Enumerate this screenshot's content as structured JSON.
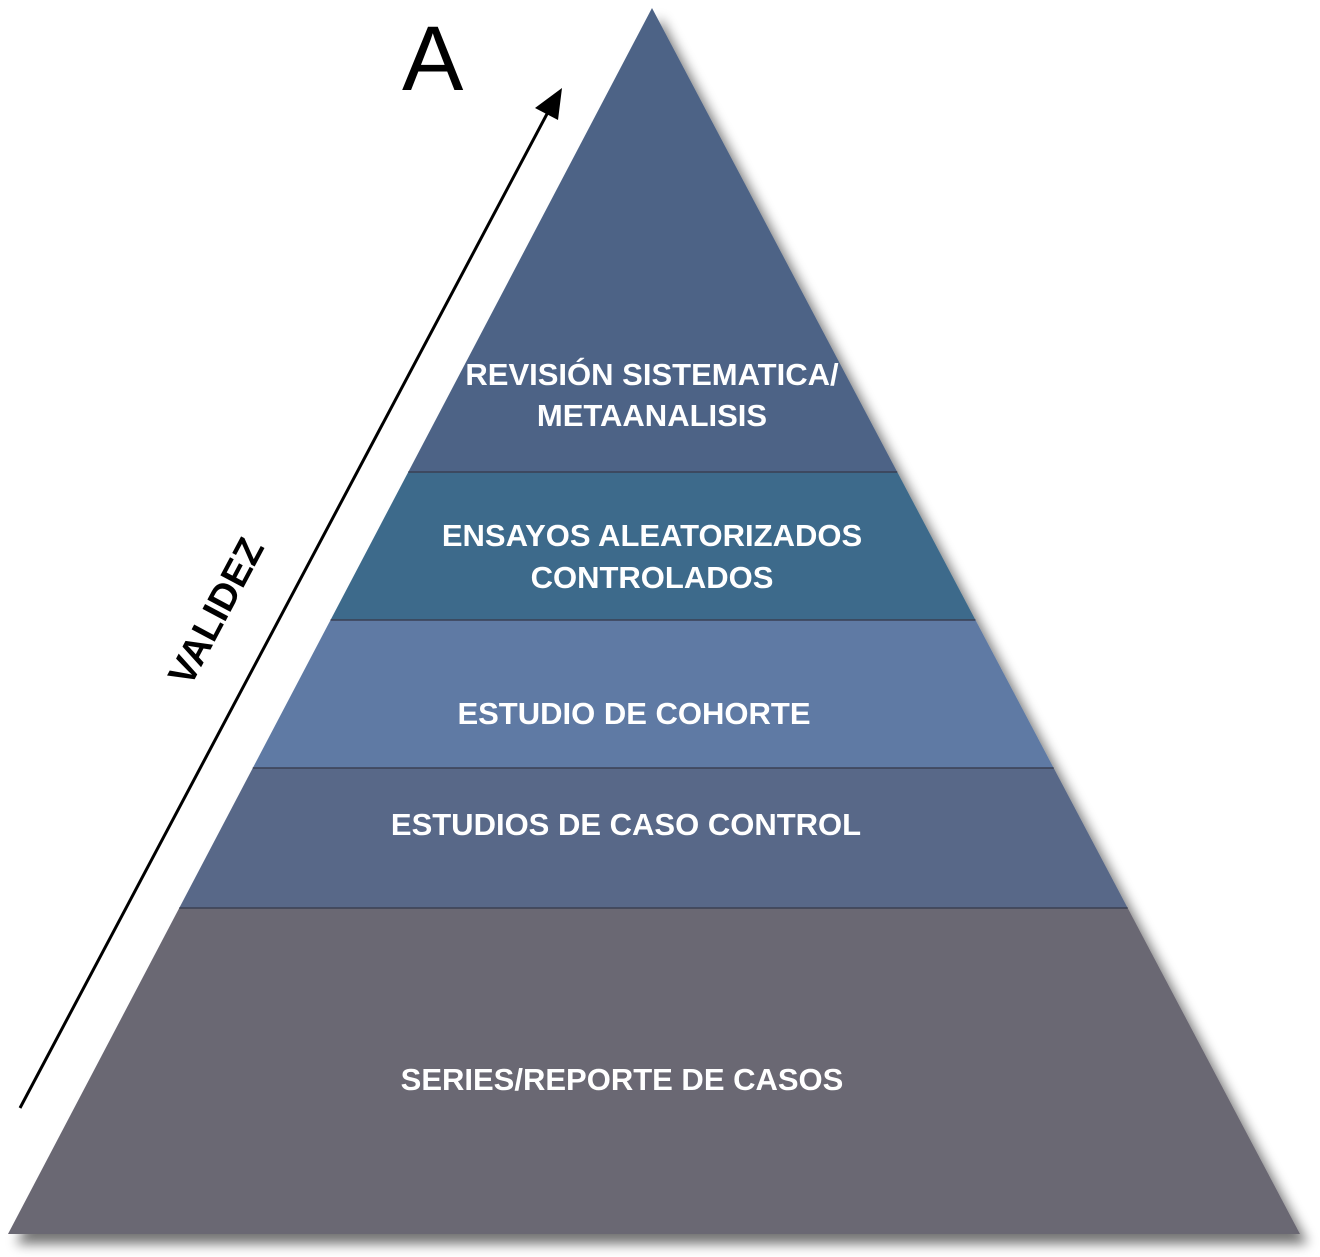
{
  "figure": {
    "panel_letter": "A",
    "axis_label": "VALIDEZ",
    "axis_direction": "up",
    "layers": [
      {
        "id": "revision-sistematica",
        "lines": [
          "REVISIÓN SISTEMATICA/",
          "METAANALISIS"
        ],
        "color": "#4d6386"
      },
      {
        "id": "ensayos-aleatorizados",
        "lines": [
          "ENSAYOS ALEATORIZADOS",
          "CONTROLADOS"
        ],
        "color": "#3d6b8b"
      },
      {
        "id": "estudio-cohorte",
        "lines": [
          "ESTUDIO DE COHORTE"
        ],
        "color": "#5e7aa4"
      },
      {
        "id": "caso-control",
        "lines": [
          "ESTUDIOS DE CASO CONTROL"
        ],
        "color": "#586888"
      },
      {
        "id": "series-reporte",
        "lines": [
          "SERIES/REPORTE DE CASOS"
        ],
        "color": "#6b6773"
      }
    ]
  }
}
